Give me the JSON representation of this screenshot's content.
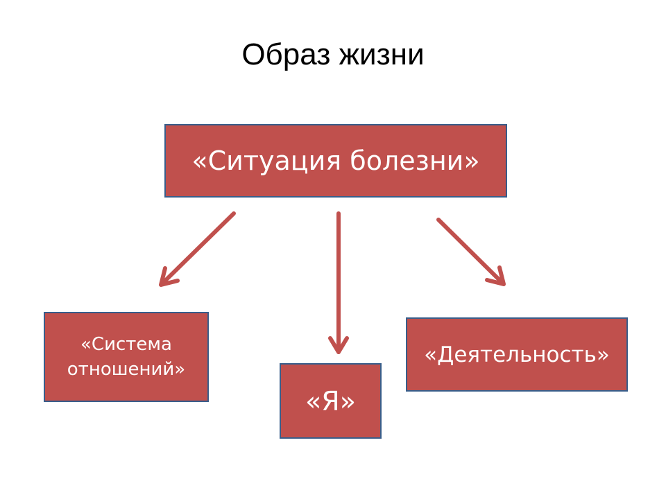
{
  "title": "Образ жизни",
  "nodes": {
    "top": "«Ситуация болезни»",
    "left_line1": "«Система",
    "left_line2": "отношений»",
    "middle": "«Я»",
    "right": "«Деятельность»"
  },
  "colors": {
    "box_fill": "#C0504D",
    "box_border": "#385D8A",
    "arrow": "#C0504D"
  }
}
